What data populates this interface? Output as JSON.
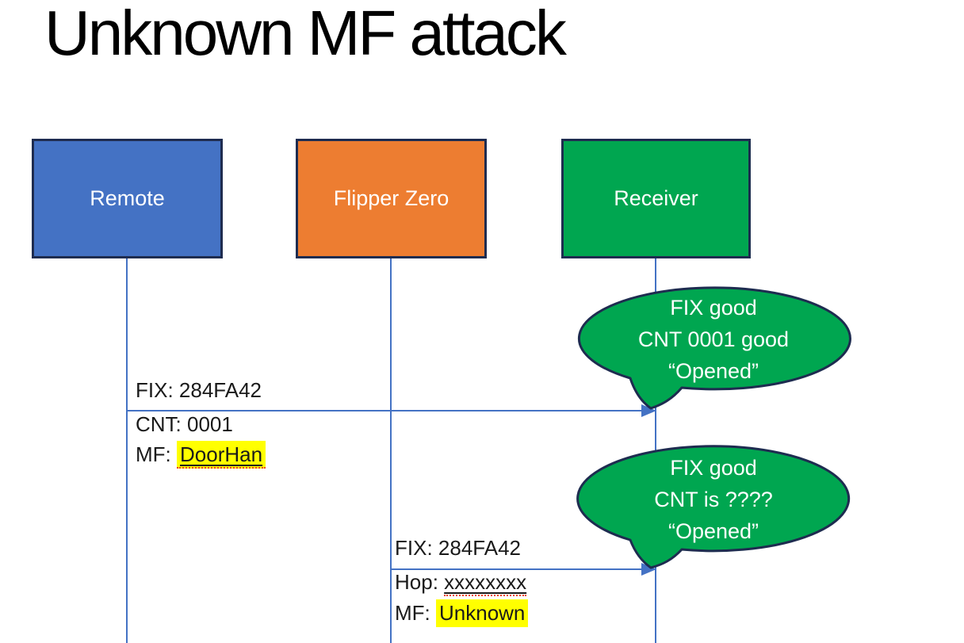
{
  "title": "Unknown MF attack",
  "actors": [
    {
      "label": "Remote",
      "fill": "#4472C4"
    },
    {
      "label": "Flipper Zero",
      "fill": "#ED7D31"
    },
    {
      "label": "Receiver",
      "fill": "#00A650"
    }
  ],
  "messages": [
    {
      "above": "FIX: 284FA42",
      "below1_prefix": "CNT: ",
      "below1_value": "0001",
      "below2_prefix": "MF: ",
      "below2_value": "DoorHan"
    },
    {
      "above": "FIX: 284FA42",
      "below1_prefix": "Hop: ",
      "below1_value": "xxxxxxxx",
      "below2_prefix": "MF: ",
      "below2_value": "Unknown"
    }
  ],
  "bubbles": [
    {
      "lines": [
        "FIX good",
        "CNT 0001 good",
        "“Opened”"
      ]
    },
    {
      "lines": [
        "FIX good",
        "CNT is ????",
        "“Opened”"
      ]
    }
  ],
  "colors": {
    "remote_blue": "#4472C4",
    "flipper_orange": "#ED7D31",
    "receiver_green": "#00A650",
    "outline_navy": "#1E2C50",
    "connector_blue": "#4472C4",
    "highlight_yellow": "#FFFF00",
    "squiggle_red": "#E8401F",
    "bubble_text_white": "#FFFFFF",
    "label_text_black": "#1A1A1A"
  }
}
